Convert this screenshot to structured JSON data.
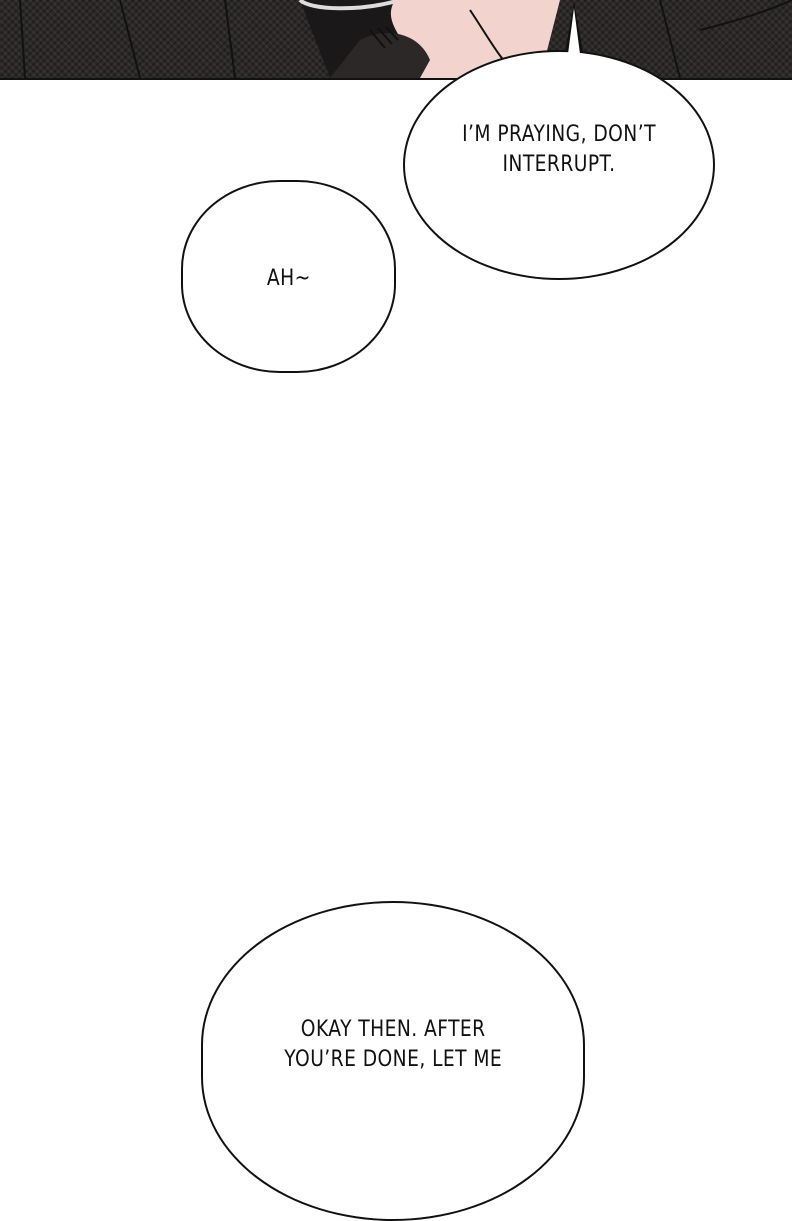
{
  "panel_top": {
    "description": "Comic panel: dark herringbone-patterned coats, pink skin/hand partially visible",
    "colors": {
      "coat": "#2b2827",
      "skin": "#f2d3cd",
      "ink": "#111111"
    }
  },
  "bubbles": [
    {
      "id": "b1",
      "lines": [
        "I’M PRAYING, DON’T",
        "INTERRUPT."
      ]
    },
    {
      "id": "b2",
      "lines": [
        "AH~"
      ]
    },
    {
      "id": "b3",
      "lines": [
        "OKAY THEN. AFTER",
        "YOU’RE DONE, LET ME"
      ]
    }
  ]
}
